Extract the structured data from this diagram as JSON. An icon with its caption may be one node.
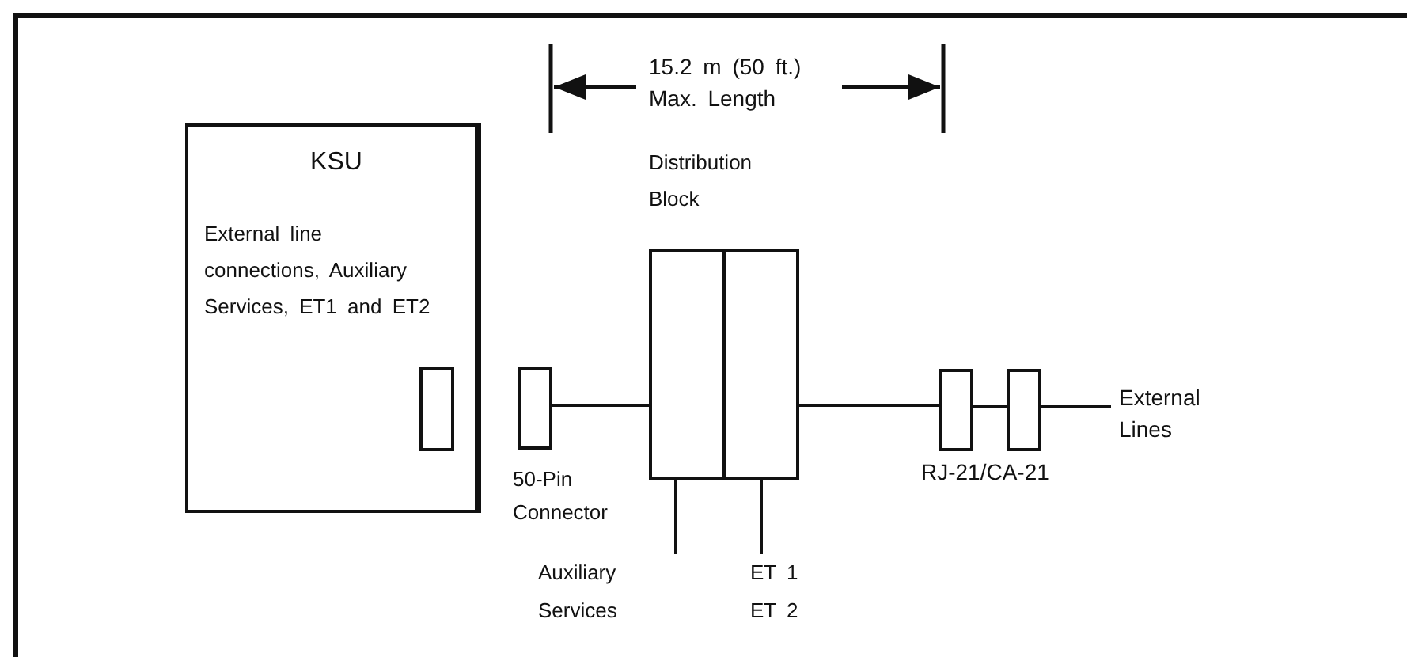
{
  "diagram": {
    "nodes": [
      {
        "text": [
          "KSU",
          "External line connections, Auxiliary Services, ET1 and ET2"
        ]
      },
      {
        "text": [],
        "shape": "box",
        "in": 0
      },
      {
        "text": [],
        "shape": "box",
        "beside": [
          "50-Pin Connector"
        ]
      },
      {
        "text": [
          "Distribution Block"
        ]
      },
      {
        "text": [],
        "shape": "box",
        "in": 3
      },
      {
        "text": [],
        "shape": "box",
        "in": 3
      },
      {
        "text": [],
        "shape": "box"
      },
      {
        "text": [],
        "shape": "box"
      },
      {
        "text": [
          "External Lines"
        ]
      },
      {
        "text": [
          "Auxiliary Services"
        ]
      },
      {
        "text": [
          "ET 1",
          "ET 2"
        ]
      }
    ],
    "edges": [
      {
        "from": 2,
        "to": 4,
        "arrow": "none"
      },
      {
        "from": 5,
        "to": 6,
        "arrow": "none"
      },
      {
        "from": 6,
        "to": 7,
        "arrow": "none"
      },
      {
        "from": 7,
        "to": 8,
        "arrow": "none"
      },
      {
        "from": 4,
        "to": 9,
        "arrow": "none"
      },
      {
        "from": 5,
        "to": 10,
        "arrow": "none"
      }
    ],
    "labels": [
      "15.2 m (50 ft.) Max. Length",
      "RJ-21/CA-21"
    ]
  }
}
